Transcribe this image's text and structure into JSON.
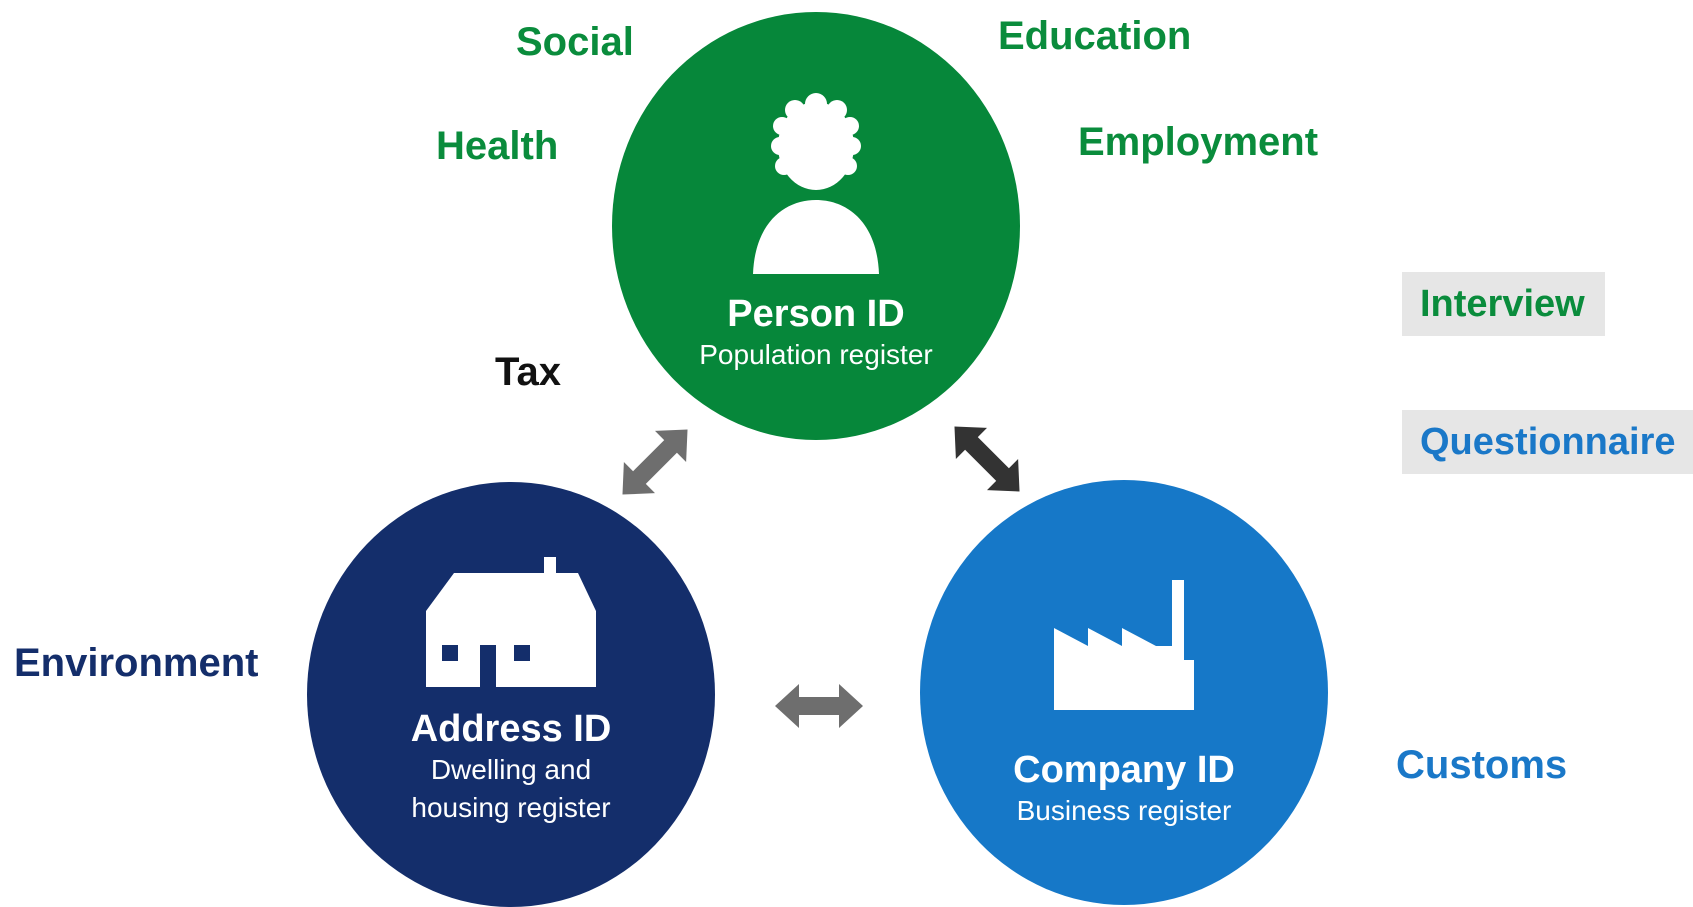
{
  "labels": {
    "social": "Social",
    "education": "Education",
    "health": "Health",
    "employment": "Employment",
    "tax": "Tax",
    "environment": "Environment",
    "customs": "Customs"
  },
  "tags": {
    "interview": "Interview",
    "questionnaire": "Questionnaire"
  },
  "nodes": {
    "person": {
      "title": "Person ID",
      "subtitle": "Population register",
      "color": "#06873a",
      "icon": "person-icon"
    },
    "address": {
      "title": "Address ID",
      "subtitle_line1": "Dwelling and",
      "subtitle_line2": "housing register",
      "color": "#142e6b",
      "icon": "house-icon"
    },
    "company": {
      "title": "Company ID",
      "subtitle": "Business register",
      "color": "#1678c8",
      "icon": "factory-icon"
    }
  },
  "colors": {
    "green": "#0a8c3c",
    "navy": "#142e6b",
    "blue": "#1a78c8",
    "arrow_light": "#6e6e6e",
    "arrow_dark": "#333333",
    "tag_background": "#e6e6e6"
  }
}
